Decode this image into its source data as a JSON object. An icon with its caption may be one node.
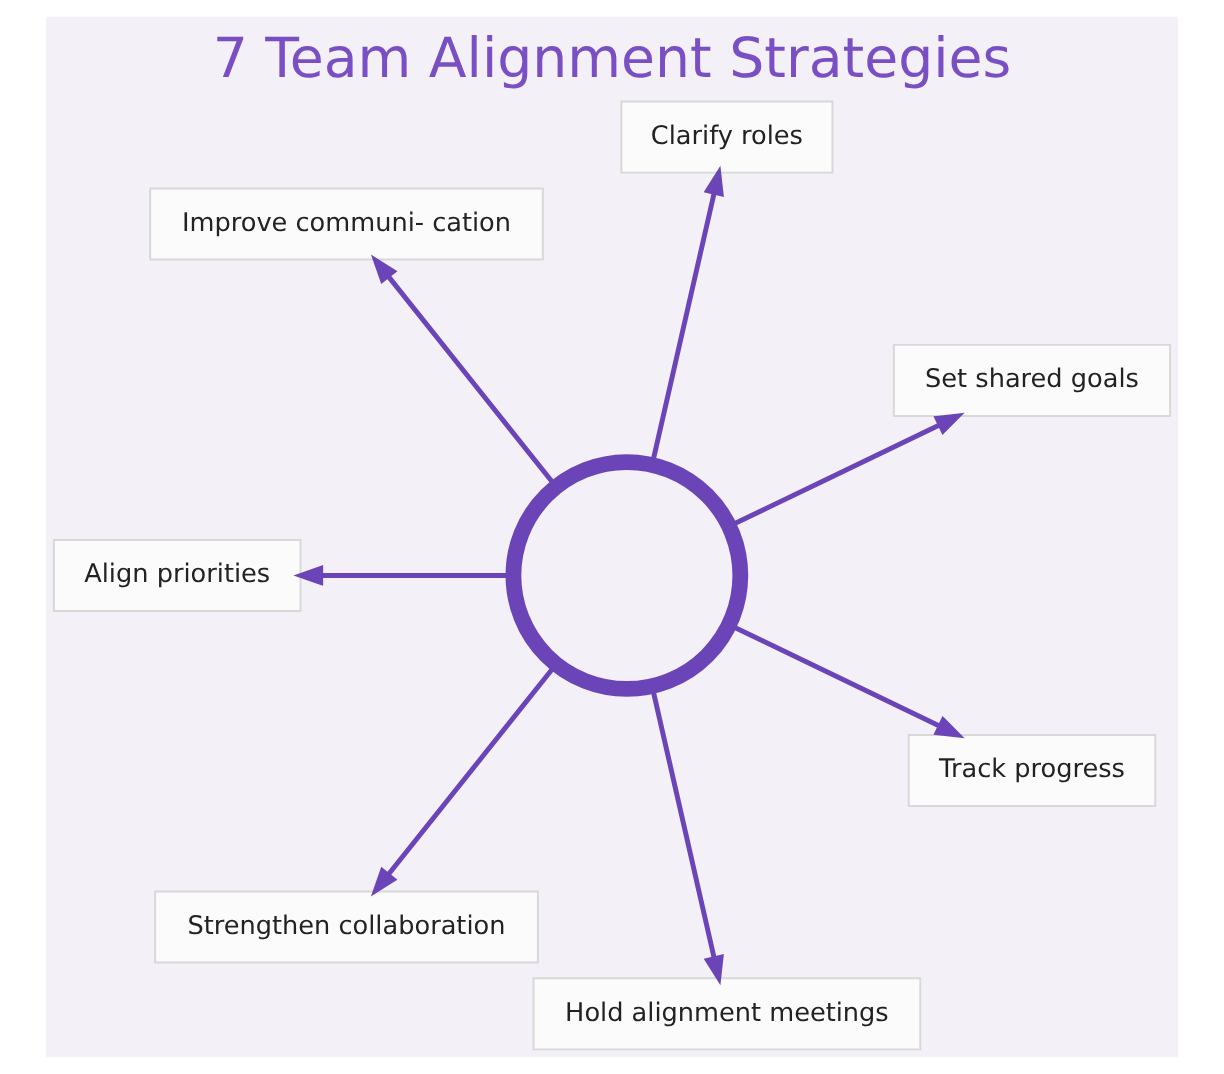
{
  "diagram": {
    "title": "7 Team Alignment Strategies",
    "nodes": [
      {
        "text": [],
        "shape": "circle"
      },
      {
        "text": [
          "Set shared goals"
        ]
      },
      {
        "text": [
          "Clarify roles"
        ]
      },
      {
        "text": [
          "Improve communi- cation"
        ]
      },
      {
        "text": [
          "Align priorities"
        ]
      },
      {
        "text": [
          "Strengthen collaboration"
        ]
      },
      {
        "text": [
          "Hold alignment meetings"
        ]
      },
      {
        "text": [
          "Track progress"
        ]
      }
    ],
    "edges": [
      {
        "from": 0,
        "to": 1,
        "arrow": "to"
      },
      {
        "from": 0,
        "to": 2,
        "arrow": "to"
      },
      {
        "from": 0,
        "to": 3,
        "arrow": "to"
      },
      {
        "from": 0,
        "to": 4,
        "arrow": "to"
      },
      {
        "from": 0,
        "to": 5,
        "arrow": "to"
      },
      {
        "from": 0,
        "to": 6,
        "arrow": "to"
      },
      {
        "from": 0,
        "to": 7,
        "arrow": "to"
      }
    ]
  }
}
